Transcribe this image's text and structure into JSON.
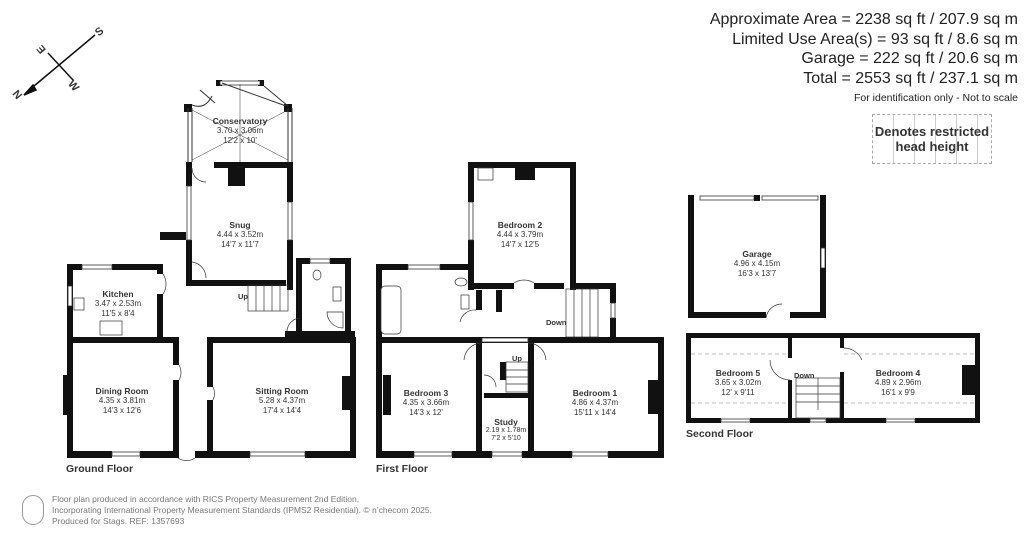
{
  "areas": {
    "approximate": "Approximate Area = 2238 sq ft / 207.9 sq m",
    "limited_use": "Limited Use Area(s) = 93 sq ft / 8.6 sq m",
    "garage": "Garage = 222 sq ft / 20.6 sq m",
    "total": "Total = 2553 sq ft / 237.1 sq m",
    "note": "For identification only - Not to scale"
  },
  "legend": {
    "restricted_line1": "Denotes restricted",
    "restricted_line2": "head height"
  },
  "compass": {
    "n": "N",
    "s": "S",
    "e": "E",
    "w": "W"
  },
  "floors": {
    "ground": "Ground Floor",
    "first": "First Floor",
    "second": "Second Floor"
  },
  "rooms": {
    "conservatory": {
      "name": "Conservatory",
      "metric": "3.70 x 3.06m",
      "imperial": "12'2 x 10'"
    },
    "snug": {
      "name": "Snug",
      "metric": "4.44 x 3.52m",
      "imperial": "14'7 x 11'7"
    },
    "kitchen": {
      "name": "Kitchen",
      "metric": "3.47 x 2.53m",
      "imperial": "11'5 x 8'4"
    },
    "dining": {
      "name": "Dining Room",
      "metric": "4.35 x 3.81m",
      "imperial": "14'3 x 12'6"
    },
    "sitting": {
      "name": "Sitting Room",
      "metric": "5.28 x 4.37m",
      "imperial": "17'4 x 14'4"
    },
    "bedroom2": {
      "name": "Bedroom 2",
      "metric": "4.44 x 3.79m",
      "imperial": "14'7 x 12'5"
    },
    "bedroom3": {
      "name": "Bedroom 3",
      "metric": "4.35 x 3.66m",
      "imperial": "14'3 x 12'"
    },
    "study": {
      "name": "Study",
      "metric": "2.19 x 1.78m",
      "imperial": "7'2 x 5'10"
    },
    "bedroom1": {
      "name": "Bedroom 1",
      "metric": "4.86 x 4.37m",
      "imperial": "15'11 x 14'4"
    },
    "garage": {
      "name": "Garage",
      "metric": "4.96 x 4.15m",
      "imperial": "16'3 x 13'7"
    },
    "bedroom5": {
      "name": "Bedroom 5",
      "metric": "3.65 x 3.02m",
      "imperial": "12' x 9'11"
    },
    "bedroom4": {
      "name": "Bedroom 4",
      "metric": "4.89 x 2.96m",
      "imperial": "16'1 x 9'9"
    }
  },
  "stairs": {
    "ground_up": "Up",
    "first_up": "Up",
    "first_down": "Down",
    "second_down": "Down"
  },
  "footer": {
    "line1": "Floor plan produced in accordance with RICS Property Measurement 2nd Edition,",
    "line2": "Incorporating International Property Measurement Standards (IPMS2 Residential).   © n’checom 2025.",
    "line3": "Produced for Stags.   REF: 1357693"
  }
}
